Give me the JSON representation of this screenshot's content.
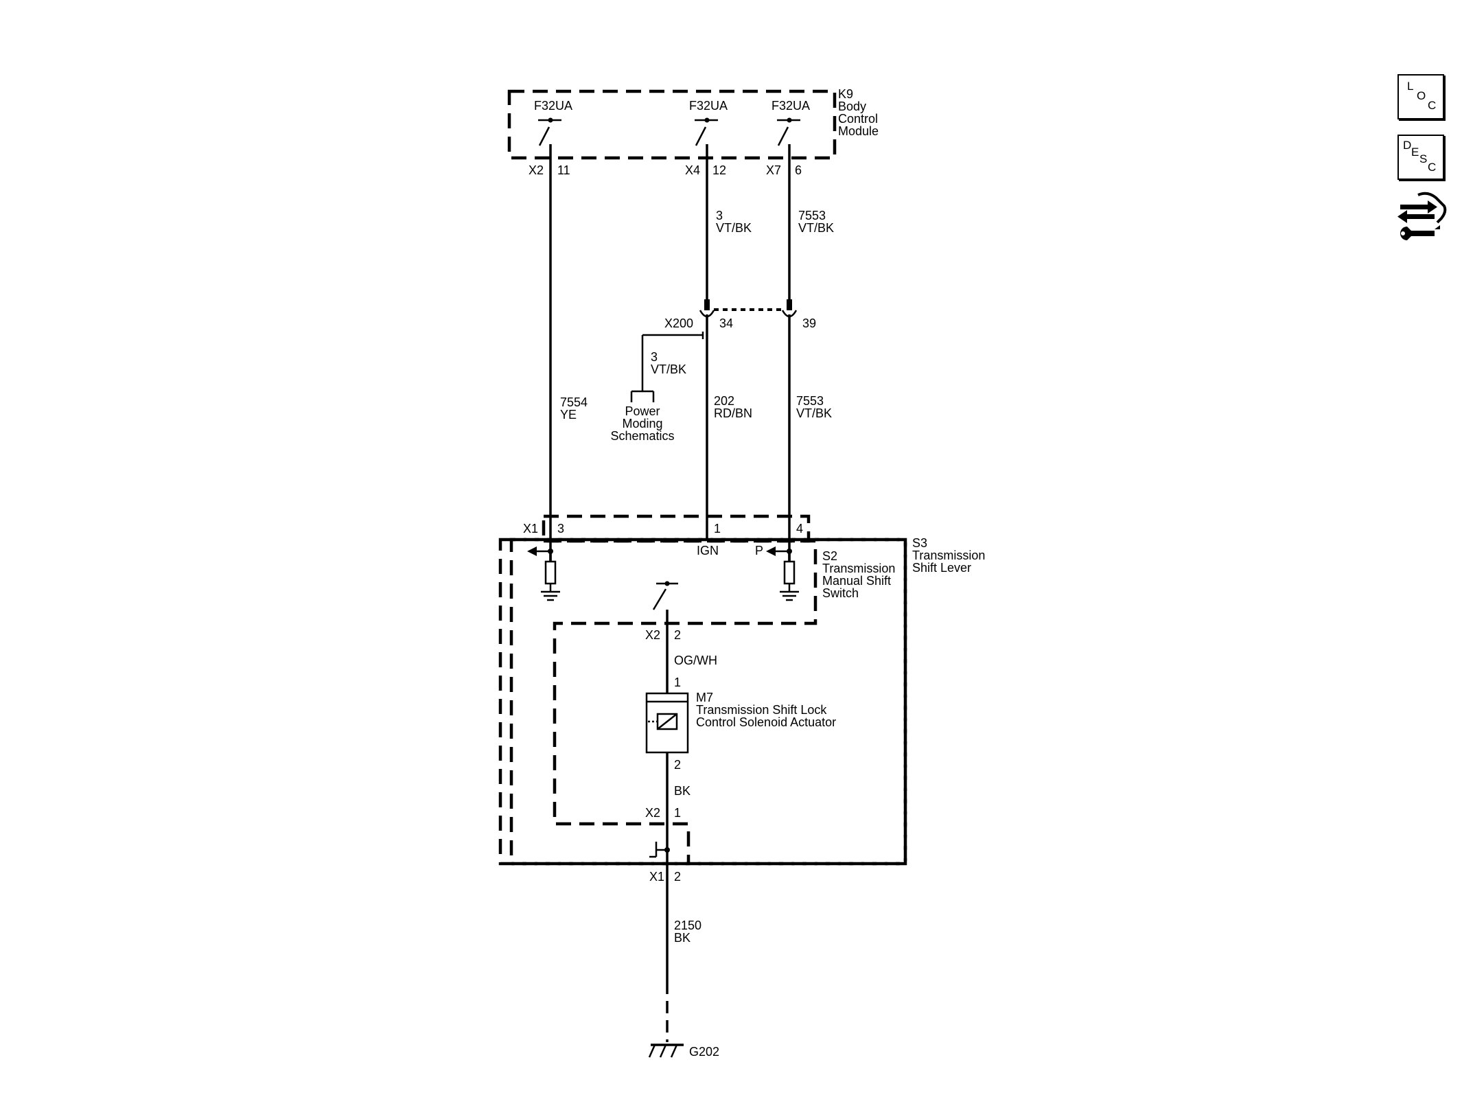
{
  "modules": {
    "k9": {
      "ref": "K9",
      "lines": [
        "Body",
        "Control",
        "Module"
      ]
    },
    "s3": {
      "ref": "S3",
      "lines": [
        "Transmission",
        "Shift Lever"
      ]
    },
    "s2": {
      "ref": "S2",
      "lines": [
        "Transmission",
        "Manual Shift",
        "Switch"
      ]
    },
    "m7": {
      "ref": "M7",
      "lines": [
        "Transmission Shift Lock",
        "Control Solenoid Actuator"
      ]
    }
  },
  "k9_circuits": [
    {
      "label": "F32UA",
      "connector": "X2",
      "pin": "11"
    },
    {
      "label": "F32UA",
      "connector": "X4",
      "pin": "12"
    },
    {
      "label": "F32UA",
      "connector": "X7",
      "pin": "6"
    }
  ],
  "wires": {
    "w_a": {
      "circuit": "7554",
      "color": "YE"
    },
    "w_b_top": {
      "circuit": "3",
      "color": "VT/BK"
    },
    "w_c_top": {
      "circuit": "7553",
      "color": "VT/BK"
    },
    "w_b_bottom": {
      "circuit": "202",
      "color": "RD/BN"
    },
    "w_c_bottom": {
      "circuit": "7553",
      "color": "VT/BK"
    },
    "w_branch": {
      "circuit": "3",
      "color": "VT/BK"
    },
    "w_og": {
      "color": "OG/WH"
    },
    "w_bk": {
      "color": "BK"
    },
    "w_ground": {
      "circuit": "2150",
      "color": "BK"
    }
  },
  "inline": {
    "connector": "X200",
    "pin_a": "34",
    "pin_b": "39"
  },
  "power_moding": [
    "Power",
    "Moding",
    "Schematics"
  ],
  "s3_x1": {
    "connector": "X1",
    "pin_a": "3",
    "pin_b": "1",
    "pin_c": "4",
    "ign": "IGN",
    "p": "P"
  },
  "s2_x2_top": {
    "connector": "X2",
    "pin": "2"
  },
  "m7_pins": {
    "top": "1",
    "bottom": "2"
  },
  "s3_x2_bottom": {
    "connector": "X2",
    "pin": "1"
  },
  "s3_x1_bottom": {
    "connector": "X1",
    "pin": "2"
  },
  "ground": {
    "label": "G202"
  },
  "sidebar": {
    "loc": {
      "l1": "L",
      "l2": "O",
      "l3": "C"
    },
    "desc": {
      "l1": "D",
      "l2": "E",
      "l3": "S",
      "l4": "C"
    },
    "tool_icon": "arrows-wrench-icon"
  }
}
